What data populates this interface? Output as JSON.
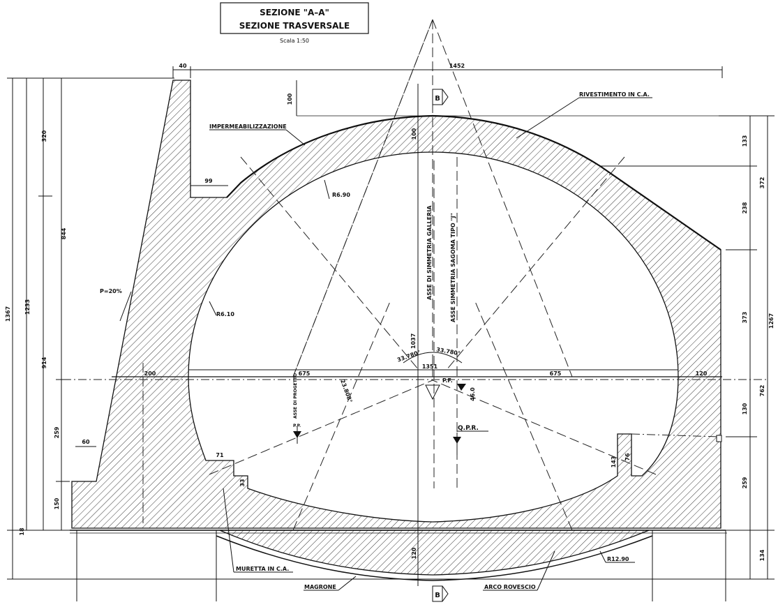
{
  "title": {
    "line1": "SEZIONE \"A–A\"",
    "line2": "SEZIONE TRASVERSALE",
    "scale": "Scala 1:50"
  },
  "labels": {
    "impermeabilizzazione": "IMPERMEABILIZZAZIONE",
    "rivestimento": "RIVESTIMENTO IN C.A.",
    "asse_galleria": "ASSE DI SIMMETRIA GALLERIA",
    "asse_sagoma": "ASSE SIMMETRIA SAGOMA TIPO \"J\"",
    "asse_progetto": "ASSE DI PROGETTO",
    "muretta": "MURETTA IN C.A.",
    "magrone": "MAGRONE",
    "arco_rovescio": "ARCO ROVESCIO",
    "slope": "P=20%",
    "section_marker": "B",
    "pf": "P.F.",
    "qpr": "Q.P.R.",
    "pp": "P.P."
  },
  "radii": {
    "r1": "R6.90",
    "r2": "R6.10",
    "r3": "R12.90"
  },
  "angles": {
    "a1": "33.780°",
    "a2": "33.780°",
    "a3": "23.808°",
    "r1037": "1037"
  },
  "dimensions": {
    "top_40": "40",
    "top_1452": "1452",
    "d100a": "100",
    "d100b": "100",
    "d99": "99",
    "left_320": "320",
    "left_844": "844",
    "left_1233": "1233",
    "left_1367": "1367",
    "left_914": "914",
    "left_259": "259",
    "left_150": "150",
    "left_18": "18",
    "d60": "60",
    "d71": "71",
    "d33": "33",
    "d200": "200",
    "d675a": "675",
    "d675b": "675",
    "d1351": "1351",
    "d120r": "120",
    "d46": "46.0",
    "d143": "143",
    "d76": "76",
    "d120b": "120",
    "right_133": "133",
    "right_372": "372",
    "right_238": "238",
    "right_373": "373",
    "right_1267": "1267",
    "right_762": "762",
    "right_130": "130",
    "right_259": "259",
    "right_134": "134"
  }
}
